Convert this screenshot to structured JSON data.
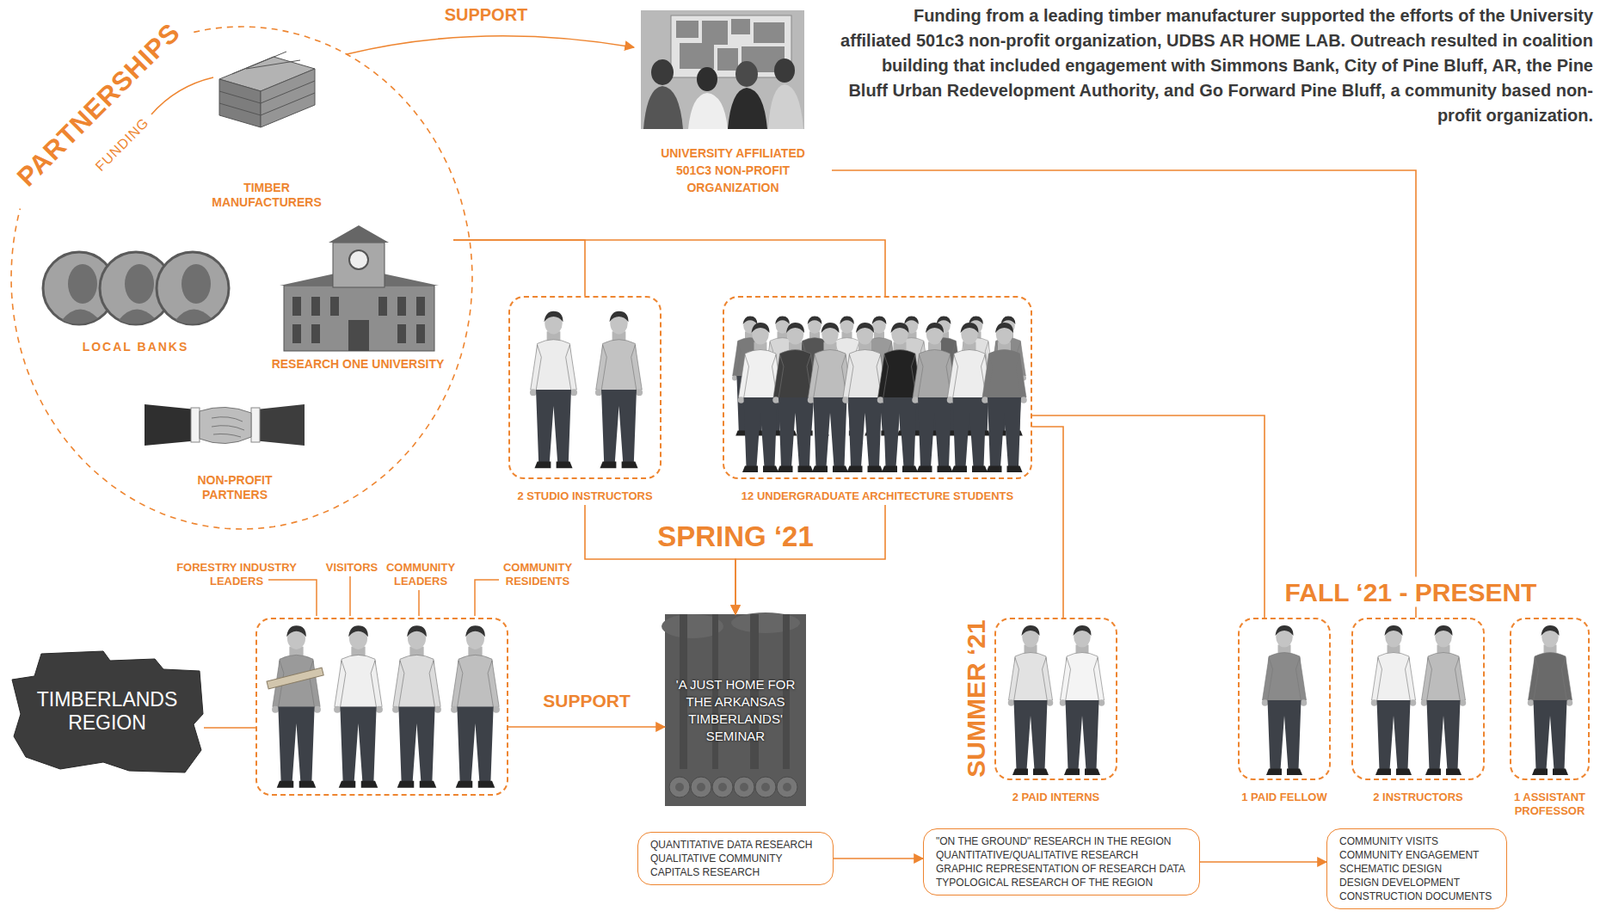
{
  "diagram": {
    "caption": "Funding from a leading timber manufacturer supported the efforts of the University affiliated 501c3 non-profit organization, UDBS AR HOME LAB. Outreach resulted in coalition building that included engagement with Simmons Bank, City of Pine Bluff, AR, the Pine Bluff Urban Redevelopment Authority, and Go Forward Pine Bluff, a community based non-profit organization.",
    "nodes": [
      {
        "text": [
          "PARTNERSHIPS"
        ]
      },
      {
        "text": [
          "TIMBER MANUFACTURERS"
        ],
        "in": 0
      },
      {
        "text": [
          "LOCAL BANKS"
        ],
        "in": 0
      },
      {
        "text": [
          "RESEARCH ONE UNIVERSITY"
        ],
        "in": 0
      },
      {
        "text": [
          "NON-PROFIT PARTNERS"
        ],
        "in": 0
      },
      {
        "text": [
          "UNIVERSITY AFFILIATED 501C3 NON-PROFIT ORGANIZATION"
        ]
      },
      {
        "text": [
          "2 STUDIO INSTRUCTORS"
        ]
      },
      {
        "text": [
          "12 UNDERGRADUATE ARCHITECTURE STUDENTS"
        ]
      },
      {
        "text": [
          "TIMBERLANDS REGION"
        ]
      },
      {
        "text": [
          "FORESTRY INDUSTRY LEADERS",
          "VISITORS",
          "COMMUNITY LEADERS",
          "COMMUNITY RESIDENTS"
        ]
      },
      {
        "text": [
          "'A JUST HOME FOR THE ARKANSAS TIMBERLANDS' SEMINAR"
        ]
      },
      {
        "text": [
          "QUANTITATIVE DATA RESEARCH",
          "QUALITATIVE COMMUNITY CAPITALS RESEARCH"
        ]
      },
      {
        "text": [
          "SUMMER ‘21",
          "2 PAID INTERNS"
        ]
      },
      {
        "text": [
          "\"ON THE GROUND\" RESEARCH IN THE REGION",
          "QUANTITATIVE/QUALITATIVE RESEARCH",
          "GRAPHIC REPRESENTATION OF RESEARCH DATA",
          "TYPOLOGICAL RESEARCH OF THE REGION"
        ]
      },
      {
        "text": [
          "1 PAID FELLOW"
        ]
      },
      {
        "text": [
          "2 INSTRUCTORS"
        ]
      },
      {
        "text": [
          "1 ASSISTANT PROFESSOR"
        ]
      },
      {
        "text": [
          "COMMUNITY VISITS",
          "COMMUNITY ENGAGEMENT",
          "SCHEMATIC DESIGN",
          "DESIGN DEVELOPMENT",
          "CONSTRUCTION DOCUMENTS"
        ]
      }
    ],
    "edges": [
      {
        "from": 0,
        "to": 5,
        "label": "SUPPORT",
        "arrow": "to"
      },
      {
        "from": 3,
        "to": 6,
        "arrow": "none"
      },
      {
        "from": 3,
        "to": 7,
        "arrow": "none"
      },
      {
        "from": 5,
        "to": 15,
        "label": "FALL ‘21 - PRESENT",
        "arrow": "none"
      },
      {
        "from": 6,
        "to": 10,
        "label": "SPRING ‘21",
        "arrow": "to"
      },
      {
        "from": 7,
        "to": 10,
        "arrow": "to"
      },
      {
        "from": 7,
        "to": 12,
        "arrow": "none"
      },
      {
        "from": 7,
        "to": 14,
        "arrow": "none"
      },
      {
        "from": 8,
        "to": 9,
        "arrow": "none"
      },
      {
        "from": 9,
        "to": 10,
        "label": "SUPPORT",
        "arrow": "to"
      },
      {
        "from": 11,
        "to": 13,
        "arrow": "to"
      },
      {
        "from": 13,
        "to": 17,
        "arrow": "to"
      }
    ],
    "labels": [
      "FUNDING"
    ]
  }
}
